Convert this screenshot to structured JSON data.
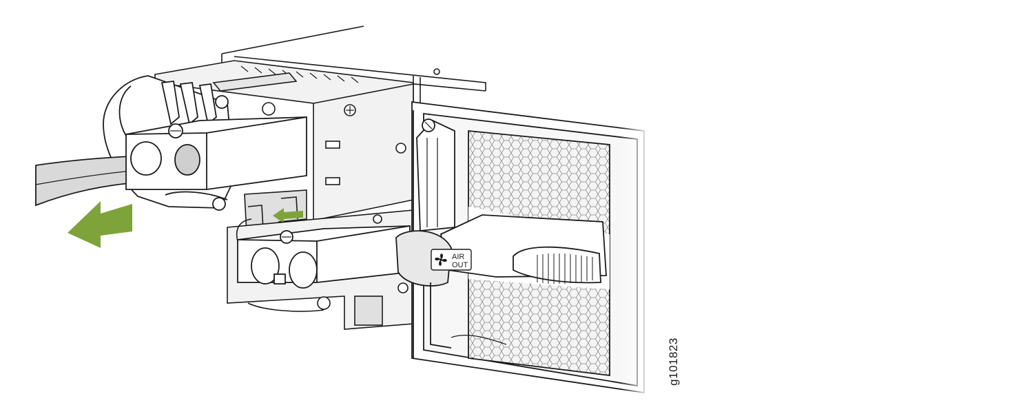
{
  "figure": {
    "figure_id": "g101823",
    "fan_label_line1": "AIR",
    "fan_label_line2": "OUT"
  },
  "colors": {
    "arrow_green": "#7ea33a",
    "line": "#1a1a1a",
    "cable_fill": "#d9d9d9",
    "metal_fill": "#f2f2f2",
    "shadow_fill": "#cfcfcf"
  },
  "icons": [
    "fan-icon",
    "screw-icon",
    "direction-arrow-icon"
  ]
}
